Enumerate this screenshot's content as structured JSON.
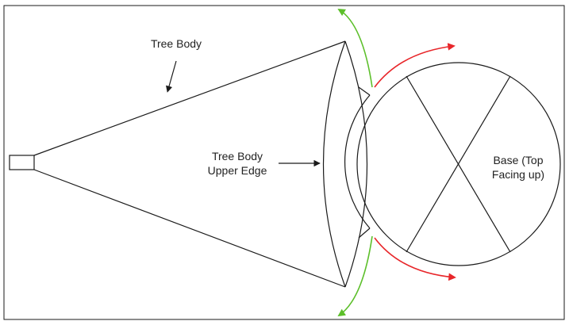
{
  "labels": {
    "tree_body": "Tree Body",
    "upper_edge_line1": "Tree Body",
    "upper_edge_line2": "Upper Edge",
    "base_line1": "Base (Top",
    "base_line2": "Facing up)"
  },
  "colors": {
    "outline": "#1a1a1a",
    "green_arrow": "#5cbf2a",
    "red_arrow": "#e8262a",
    "background": "#ffffff"
  }
}
